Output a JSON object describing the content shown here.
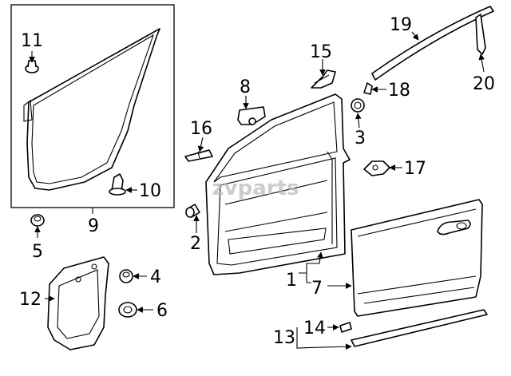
{
  "watermark": "zvparts",
  "callouts": {
    "c1": "1",
    "c2": "2",
    "c3": "3",
    "c4": "4",
    "c5": "5",
    "c6": "6",
    "c7": "7",
    "c8": "8",
    "c9": "9",
    "c10": "10",
    "c11": "11",
    "c12": "12",
    "c13": "13",
    "c14": "14",
    "c15": "15",
    "c16": "16",
    "c17": "17",
    "c18": "18",
    "c19": "19",
    "c20": "20"
  }
}
